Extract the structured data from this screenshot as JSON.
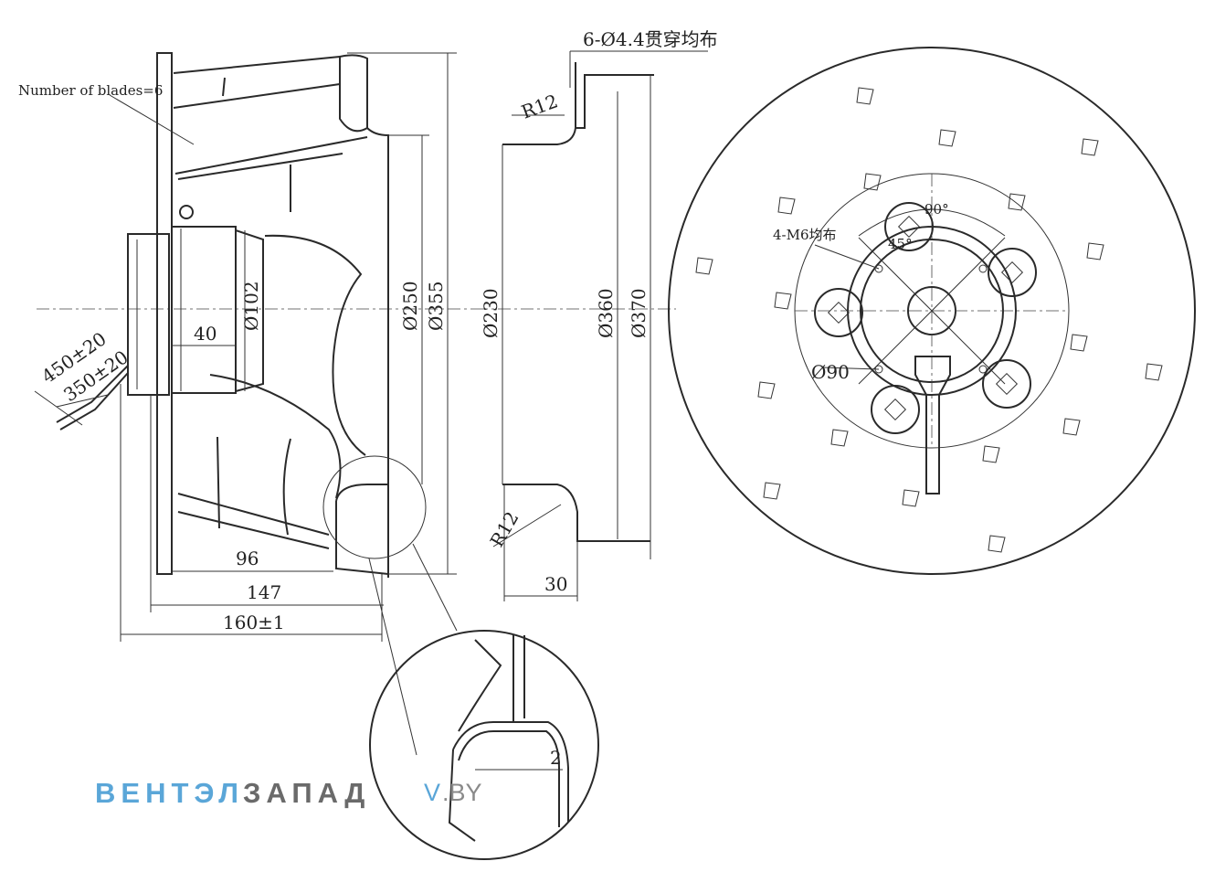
{
  "labels": {
    "blades": "Number of blades=6",
    "mount_holes": "6-Ø4.4贯穿均布",
    "screws": "4-M6均布",
    "angle_90": "90°",
    "angle_45": "45°"
  },
  "dimensions": {
    "d102": "Ø102",
    "d250": "Ø250",
    "d355": "Ø355",
    "d230": "Ø230",
    "d360": "Ø360",
    "d370": "Ø370",
    "d90": "Ø90",
    "len40": "40",
    "len96": "96",
    "len147": "147",
    "len160": "160±1",
    "len30": "30",
    "len2": "2",
    "cable450": "450±20",
    "cable350": "350±20",
    "r12_top": "R12",
    "r12_bottom": "R12"
  },
  "watermark": {
    "part1": "ВЕНТЭЛ",
    "part2": "ЗАПАД",
    "domain_accent": "V",
    "domain_rest": ".BY"
  }
}
